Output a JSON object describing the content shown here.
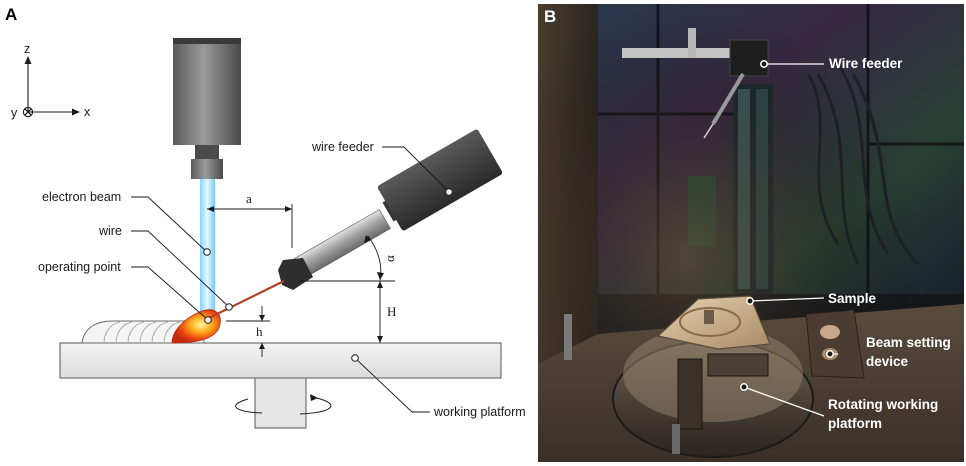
{
  "panel_a": {
    "letter": "A",
    "axes": {
      "z": "z",
      "y": "y",
      "x": "x"
    },
    "labels": {
      "wire_feeder": "wire feeder",
      "electron_beam": "electron beam",
      "wire": "wire",
      "operating_point": "operating point",
      "working_platform": "working platform"
    },
    "dimensions": {
      "a": "a",
      "alpha": "α",
      "H": "H",
      "h": "h"
    }
  },
  "panel_b": {
    "letter": "B",
    "labels": {
      "wire_feeder": "Wire feeder",
      "sample": "Sample",
      "beam_setting_line1": "Beam setting",
      "beam_setting_line2": "device",
      "rotating_line1": "Rotating working",
      "rotating_line2": "platform"
    }
  }
}
